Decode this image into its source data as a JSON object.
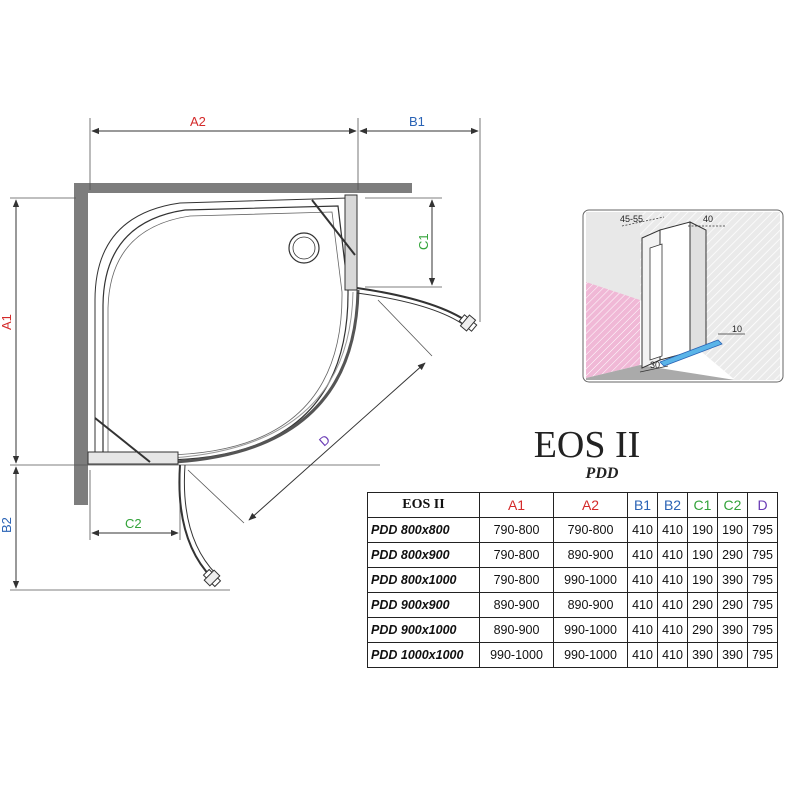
{
  "colors": {
    "a_dim": "#d42a2a",
    "b_dim": "#2a63b5",
    "c_dim": "#33a33a",
    "d_dim": "#6a3bb5",
    "wall": "#7d7d7d",
    "dimension_line": "#333333"
  },
  "diagram": {
    "labels": {
      "a1": "A1",
      "a2": "A2",
      "b1": "B1",
      "b2": "B2",
      "c1": "C1",
      "c2": "C2",
      "d": "D"
    }
  },
  "inset": {
    "label_45_55": "45-55",
    "label_40": "40",
    "label_10": "10",
    "label_30": "30"
  },
  "title": {
    "main": "EOS II",
    "sub": "PDD"
  },
  "table": {
    "headers": [
      "EOS II",
      "A1",
      "A2",
      "B1",
      "B2",
      "C1",
      "C2",
      "D"
    ],
    "rows": [
      [
        "PDD 800x800",
        "790-800",
        "790-800",
        "410",
        "410",
        "190",
        "190",
        "795"
      ],
      [
        "PDD 800x900",
        "790-800",
        "890-900",
        "410",
        "410",
        "190",
        "290",
        "795"
      ],
      [
        "PDD 800x1000",
        "790-800",
        "990-1000",
        "410",
        "410",
        "190",
        "390",
        "795"
      ],
      [
        "PDD 900x900",
        "890-900",
        "890-900",
        "410",
        "410",
        "290",
        "290",
        "795"
      ],
      [
        "PDD 900x1000",
        "890-900",
        "990-1000",
        "410",
        "410",
        "290",
        "390",
        "795"
      ],
      [
        "PDD 1000x1000",
        "990-1000",
        "990-1000",
        "410",
        "410",
        "390",
        "390",
        "795"
      ]
    ]
  }
}
